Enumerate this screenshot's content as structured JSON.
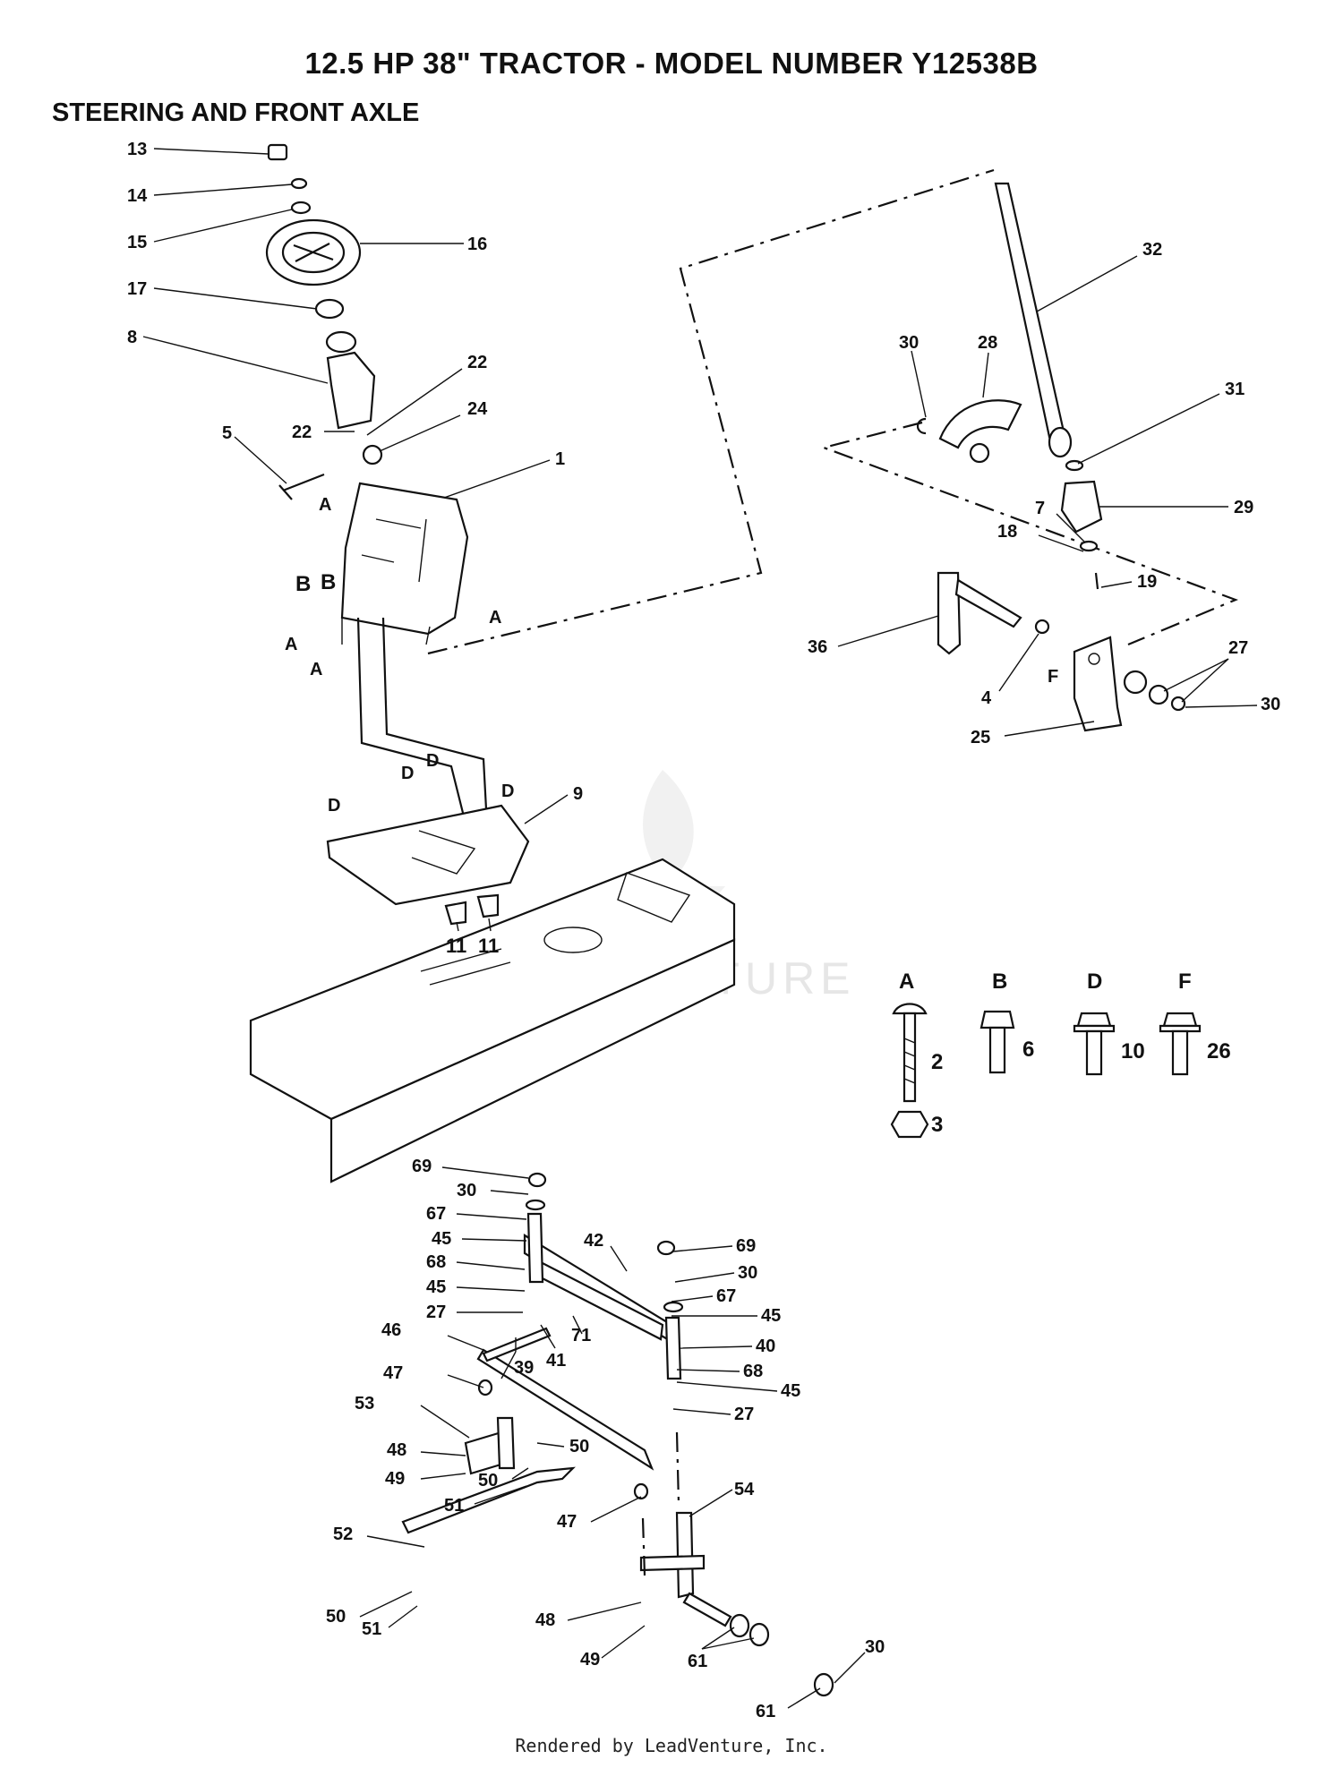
{
  "title": "12.5 HP 38\" TRACTOR - MODEL NUMBER Y12538B",
  "subtitle": "STEERING AND FRONT AXLE",
  "footer": "Rendered by LeadVenture, Inc.",
  "watermark": "LEADVENTURE",
  "colors": {
    "ink": "#111111",
    "background": "#ffffff",
    "watermark": "#e6e6e6"
  },
  "callouts": [
    "13",
    "14",
    "15",
    "16",
    "17",
    "8",
    "22",
    "22",
    "24",
    "5",
    "1",
    "A",
    "A",
    "A",
    "A",
    "B",
    "B",
    "32",
    "30",
    "28",
    "31",
    "29",
    "7",
    "18",
    "19",
    "36",
    "4",
    "F",
    "27",
    "30",
    "25",
    "D",
    "D",
    "D",
    "D",
    "9",
    "11",
    "11",
    "69",
    "30",
    "67",
    "45",
    "68",
    "45",
    "27",
    "42",
    "69",
    "30",
    "67",
    "45",
    "71",
    "41",
    "40",
    "68",
    "45",
    "27",
    "39",
    "46",
    "47",
    "53",
    "50",
    "48",
    "49",
    "50",
    "51",
    "52",
    "47",
    "54",
    "50",
    "51",
    "48",
    "49",
    "61",
    "61",
    "30"
  ],
  "hardware_key": [
    {
      "letter": "A",
      "number": "2",
      "icon": "carriage-bolt-icon"
    },
    {
      "letter": "B",
      "number": "6",
      "icon": "hex-bolt-icon"
    },
    {
      "letter": "D",
      "number": "10",
      "icon": "flange-bolt-icon"
    },
    {
      "letter": "F",
      "number": "26",
      "icon": "flange-bolt-icon"
    }
  ],
  "hardware_nut": {
    "number": "3",
    "icon": "hex-nut-icon"
  }
}
